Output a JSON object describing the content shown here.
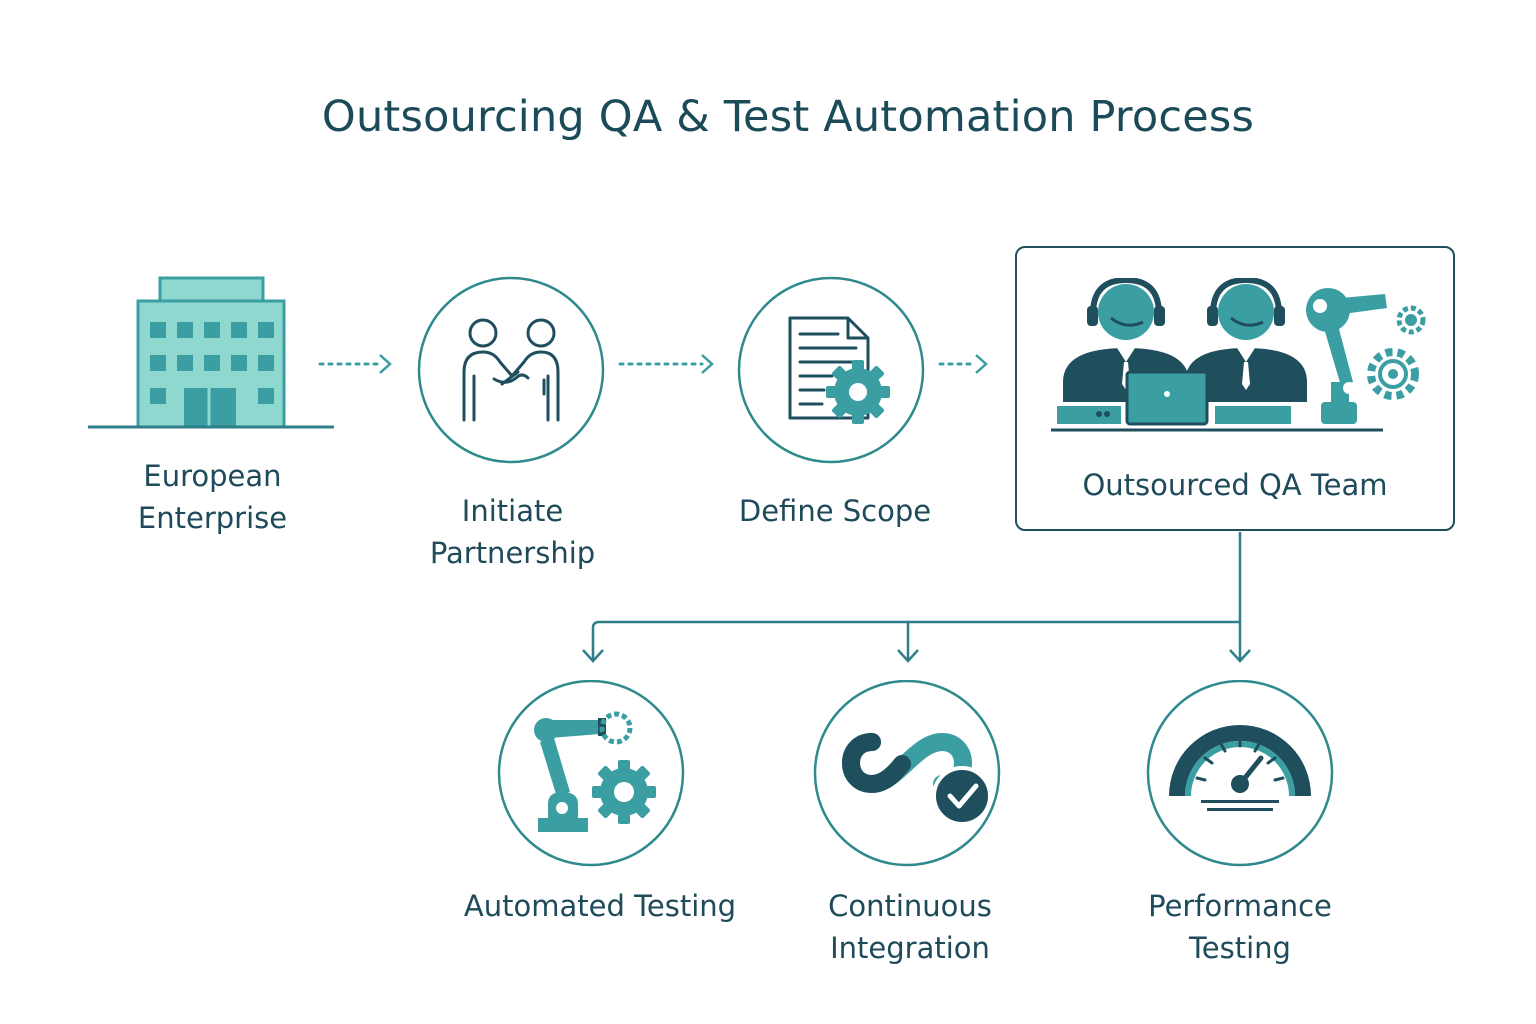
{
  "title": "Outsourcing QA & Test Automation Process",
  "colors": {
    "dark_teal": "#1f4e5d",
    "teal": "#3a9ea3",
    "light_teal": "#8fd8d0",
    "circle_stroke": "#2f8a8e",
    "text": "#1e4a5a"
  },
  "steps": [
    {
      "lines": [
        "European",
        "Enterprise"
      ],
      "icon": "office-building-icon"
    },
    {
      "lines": [
        "Initiate",
        "Partnership"
      ],
      "icon": "handshake-icon"
    },
    {
      "lines": [
        "Define Scope"
      ],
      "icon": "document-gear-icon"
    },
    {
      "lines": [
        "Outsourced QA Team"
      ],
      "icon": "support-team-icon"
    }
  ],
  "services": [
    {
      "lines": [
        "Automated Testing"
      ],
      "icon": "robot-arm-gear-icon"
    },
    {
      "lines": [
        "Continuous",
        "Integration"
      ],
      "icon": "infinity-check-icon"
    },
    {
      "lines": [
        "Performance",
        "Testing"
      ],
      "icon": "speedometer-icon"
    }
  ]
}
